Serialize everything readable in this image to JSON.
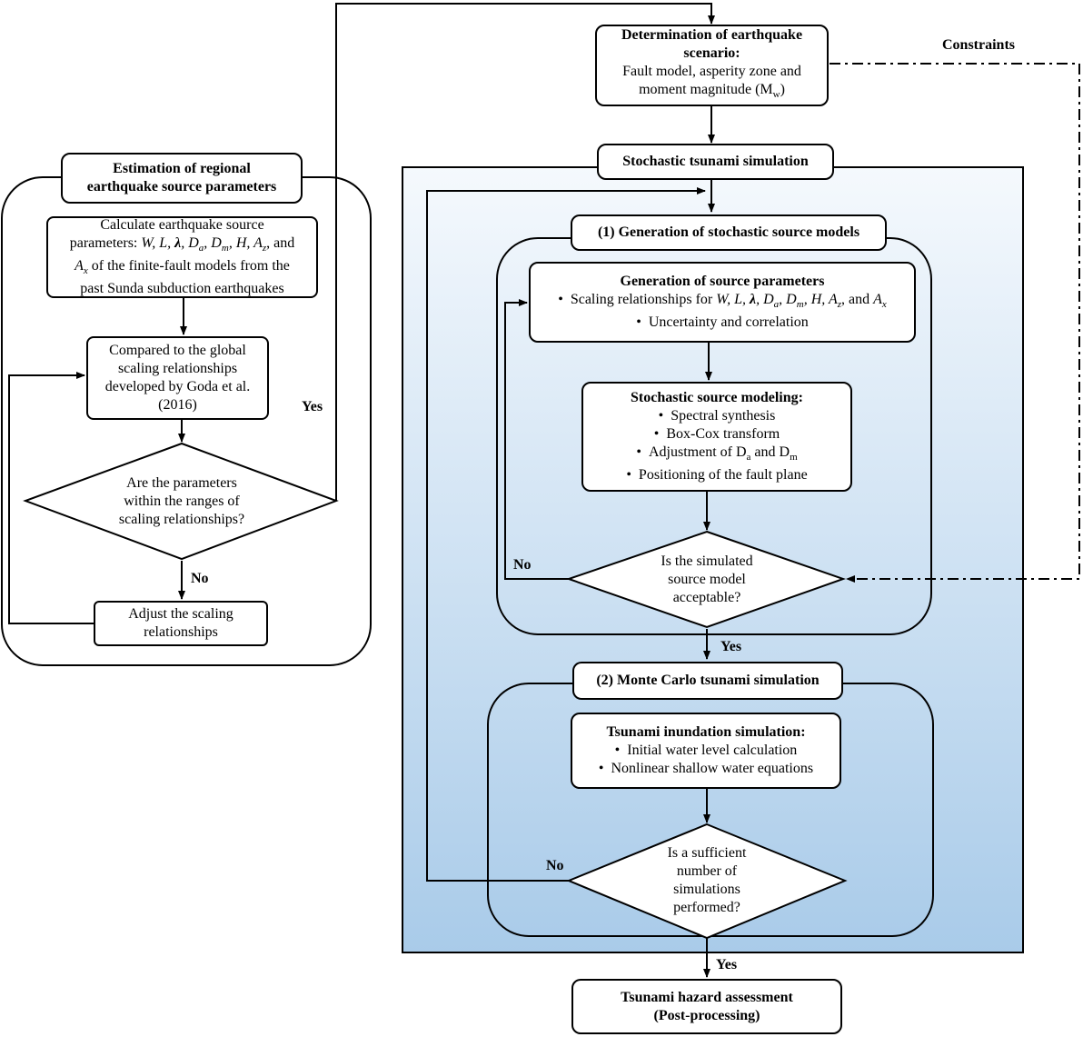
{
  "scenario": {
    "title": "Determination of earthquake scenario:",
    "line1": "Fault model, asperity zone and",
    "line2a": "moment magnitude (M",
    "line2sub": "w",
    "line2b": ")"
  },
  "constraints_label": "Constraints",
  "stochastic_header": "Stochastic tsunami simulation",
  "regional": {
    "title1": "Estimation of regional",
    "title2": "earthquake source parameters",
    "calc": {
      "l1": "Calculate earthquake source",
      "l2a": "parameters: ",
      "l2b": "W, L, ",
      "l2c": "λ",
      "l2d": ", D",
      "l2e": "a",
      "l2f": ", D",
      "l2g": "m",
      "l2h": ", H, A",
      "l2i": "z",
      "l2j": ", and",
      "l3a": "A",
      "l3b": "x",
      "l3c": " of the finite-fault models from the",
      "l4": "past Sunda subduction earthquakes"
    },
    "compare": {
      "l1": "Compared to the global",
      "l2": "scaling relationships",
      "l3": "developed by Goda et al.",
      "l4": "(2016)"
    },
    "diamond": {
      "l1": "Are the parameters",
      "l2": "within the ranges of",
      "l3": "scaling relationships?"
    },
    "adjust": {
      "l1": "Adjust the scaling",
      "l2": "relationships"
    },
    "yes": "Yes",
    "no": "No"
  },
  "gen_models": {
    "header": "(1) Generation of stochastic source models",
    "params": {
      "title": "Generation of source parameters",
      "b1a": "Scaling relationships for ",
      "b1b": "W, L, ",
      "b1c": "λ",
      "b1d": ", D",
      "b1e": "a",
      "b1f": ", D",
      "b1g": "m",
      "b1h": ", H, A",
      "b1i": "z",
      "b1j": ", and ",
      "b1k": "A",
      "b1l": "x",
      "b2": "Uncertainty and correlation"
    },
    "modeling": {
      "title": "Stochastic source modeling:",
      "b1": "Spectral synthesis",
      "b2": "Box-Cox transform",
      "b3a": "Adjustment of D",
      "b3b": "a",
      "b3c": " and D",
      "b3d": "m",
      "b4": "Positioning of the fault plane"
    },
    "diamond": {
      "l1": "Is the simulated",
      "l2": "source model",
      "l3": "acceptable?"
    },
    "no": "No",
    "yes": "Yes"
  },
  "monte_carlo": {
    "header": "(2) Monte Carlo tsunami simulation",
    "inund": {
      "title": "Tsunami inundation simulation:",
      "b1": "Initial water level calculation",
      "b2": "Nonlinear shallow water equations"
    },
    "diamond": {
      "l1": "Is a sufficient",
      "l2": "number of",
      "l3": "simulations",
      "l4": "performed?"
    },
    "no": "No",
    "yes": "Yes"
  },
  "hazard": {
    "l1": "Tsunami hazard assessment",
    "l2": "(Post-processing)"
  }
}
